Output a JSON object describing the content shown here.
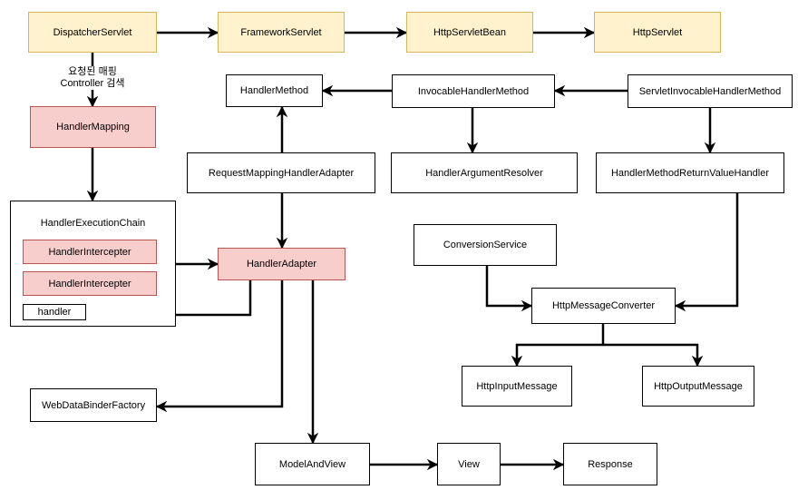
{
  "nodes": {
    "dispatcher_servlet": "DispatcherServlet",
    "framework_servlet": "FrameworkServlet",
    "http_servlet_bean": "HttpServletBean",
    "http_servlet": "HttpServlet",
    "handler_mapping": "HandlerMapping",
    "handler_execution_chain": "HandlerExecutionChain",
    "handler_interceptor_1": "HandlerIntercepter",
    "handler_interceptor_2": "HandlerIntercepter",
    "handler": "handler",
    "handler_method": "HandlerMethod",
    "invocable_handler_method": "InvocableHandlerMethod",
    "servlet_invocable_handler_method": "ServletInvocableHandlerMethod",
    "request_mapping_handler_adapter": "RequestMappingHandlerAdapter",
    "handler_argument_resolver": "HandlerArgumentResolver",
    "handler_method_return_value_handler": "HandlerMethodReturnValueHandler",
    "handler_adapter": "HandlerAdapter",
    "conversion_service": "ConversionService",
    "http_message_converter": "HttpMessageConverter",
    "http_input_message": "HttpInputMessage",
    "http_output_message": "HttpOutputMessage",
    "web_data_binder_factory": "WebDataBinderFactory",
    "model_and_view": "ModelAndView",
    "view": "View",
    "response": "Response"
  },
  "edge_labels": {
    "mapping_line1": "요청된 매핑",
    "mapping_line2": "Controller 검색"
  },
  "colors": {
    "yellow_fill": "#fff2cc",
    "yellow_border": "#d6b656",
    "red_fill": "#f8cecc",
    "red_border": "#b85450",
    "edge": "#000000"
  }
}
